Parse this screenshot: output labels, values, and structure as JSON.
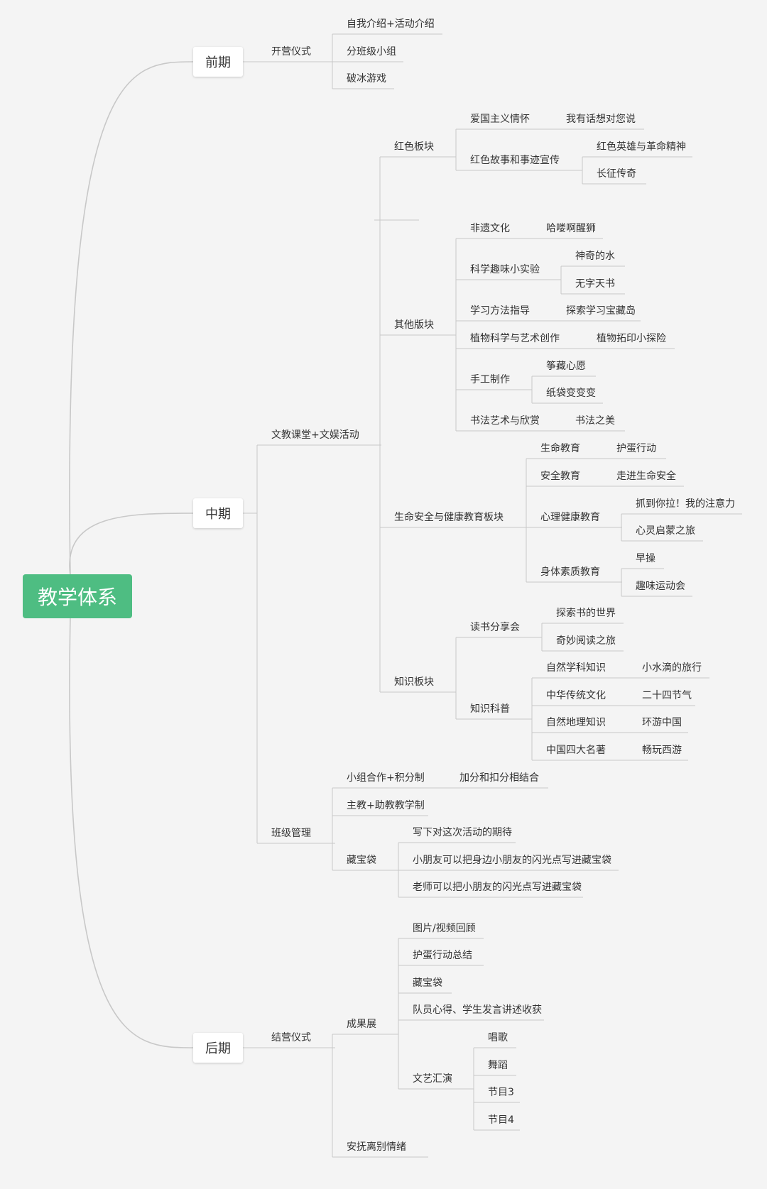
{
  "root": {
    "id": "root",
    "label": "教学体系"
  },
  "nodes": [
    {
      "id": "p1",
      "label": "前期",
      "parent": "root"
    },
    {
      "id": "p2",
      "label": "中期",
      "parent": "root"
    },
    {
      "id": "p3",
      "label": "后期",
      "parent": "root"
    },
    {
      "id": "kyys",
      "label": "开营仪式",
      "parent": "p1"
    },
    {
      "id": "kyys1",
      "label": "自我介绍+活动介绍",
      "parent": "kyys"
    },
    {
      "id": "kyys2",
      "label": "分班级小组",
      "parent": "kyys"
    },
    {
      "id": "kyys3",
      "label": "破冰游戏",
      "parent": "kyys"
    },
    {
      "id": "wj",
      "label": "文教课堂+文娱活动",
      "parent": "p2"
    },
    {
      "id": "bjgl",
      "label": "班级管理",
      "parent": "p2"
    },
    {
      "id": "hs",
      "label": "红色板块",
      "parent": "wj"
    },
    {
      "id": "blank",
      "label": "",
      "parent": "wj"
    },
    {
      "id": "qt",
      "label": "其他版块",
      "parent": "wj"
    },
    {
      "id": "smaq",
      "label": "生命安全与健康教育板块",
      "parent": "wj"
    },
    {
      "id": "zs",
      "label": "知识板块",
      "parent": "wj"
    },
    {
      "id": "agzy",
      "label": "爱国主义情怀",
      "parent": "hs"
    },
    {
      "id": "agzy1",
      "label": "我有话想对您说",
      "parent": "agzy"
    },
    {
      "id": "hsgs",
      "label": "红色故事和事迹宣传",
      "parent": "hs"
    },
    {
      "id": "hsgs1",
      "label": "红色英雄与革命精神",
      "parent": "hsgs"
    },
    {
      "id": "hsgs2",
      "label": "长征传奇",
      "parent": "hsgs"
    },
    {
      "id": "fy",
      "label": "非遗文化",
      "parent": "qt"
    },
    {
      "id": "fy1",
      "label": "哈喽啊醒狮",
      "parent": "fy"
    },
    {
      "id": "kx",
      "label": "科学趣味小实验",
      "parent": "qt"
    },
    {
      "id": "kx1",
      "label": "神奇的水",
      "parent": "kx"
    },
    {
      "id": "kx2",
      "label": "无字天书",
      "parent": "kx"
    },
    {
      "id": "xx",
      "label": "学习方法指导",
      "parent": "qt"
    },
    {
      "id": "xx1",
      "label": "探索学习宝藏岛",
      "parent": "xx"
    },
    {
      "id": "zw",
      "label": "植物科学与艺术创作",
      "parent": "qt"
    },
    {
      "id": "zw1",
      "label": "植物拓印小探险",
      "parent": "zw"
    },
    {
      "id": "sg",
      "label": "手工制作",
      "parent": "qt"
    },
    {
      "id": "sg1",
      "label": "筝藏心愿",
      "parent": "sg"
    },
    {
      "id": "sg2",
      "label": "纸袋变变变",
      "parent": "sg"
    },
    {
      "id": "sf",
      "label": "书法艺术与欣赏",
      "parent": "qt"
    },
    {
      "id": "sf1",
      "label": "书法之美",
      "parent": "sf"
    },
    {
      "id": "smjy",
      "label": "生命教育",
      "parent": "smaq"
    },
    {
      "id": "smjy1",
      "label": "护蛋行动",
      "parent": "smjy"
    },
    {
      "id": "aqjy",
      "label": "安全教育",
      "parent": "smaq"
    },
    {
      "id": "aqjy1",
      "label": "走进生命安全",
      "parent": "aqjy"
    },
    {
      "id": "xl",
      "label": "心理健康教育",
      "parent": "smaq"
    },
    {
      "id": "xl1",
      "label": "抓到你拉！我的注意力",
      "parent": "xl"
    },
    {
      "id": "xl2",
      "label": "心灵启蒙之旅",
      "parent": "xl"
    },
    {
      "id": "st",
      "label": "身体素质教育",
      "parent": "smaq"
    },
    {
      "id": "st1",
      "label": "早操",
      "parent": "st"
    },
    {
      "id": "st2",
      "label": "趣味运动会",
      "parent": "st"
    },
    {
      "id": "ds",
      "label": "读书分享会",
      "parent": "zs"
    },
    {
      "id": "ds1",
      "label": "探索书的世界",
      "parent": "ds"
    },
    {
      "id": "ds2",
      "label": "奇妙阅读之旅",
      "parent": "ds"
    },
    {
      "id": "zskp",
      "label": "知识科普",
      "parent": "zs"
    },
    {
      "id": "zr",
      "label": "自然学科知识",
      "parent": "zskp"
    },
    {
      "id": "zr1",
      "label": "小水滴的旅行",
      "parent": "zr"
    },
    {
      "id": "zh",
      "label": "中华传统文化",
      "parent": "zskp"
    },
    {
      "id": "zh1",
      "label": "二十四节气",
      "parent": "zh"
    },
    {
      "id": "dl",
      "label": "自然地理知识",
      "parent": "zskp"
    },
    {
      "id": "dl1",
      "label": "环游中国",
      "parent": "dl"
    },
    {
      "id": "mz",
      "label": "中国四大名著",
      "parent": "zskp"
    },
    {
      "id": "mz1",
      "label": "畅玩西游",
      "parent": "mz"
    },
    {
      "id": "xz",
      "label": "小组合作+积分制",
      "parent": "bjgl"
    },
    {
      "id": "xz1",
      "label": "加分和扣分相结合",
      "parent": "xz"
    },
    {
      "id": "zj",
      "label": "主教+助教教学制",
      "parent": "bjgl"
    },
    {
      "id": "cbd",
      "label": "藏宝袋",
      "parent": "bjgl"
    },
    {
      "id": "cbd1",
      "label": "写下对这次活动的期待",
      "parent": "cbd"
    },
    {
      "id": "cbd2",
      "label": "小朋友可以把身边小朋友的闪光点写进藏宝袋",
      "parent": "cbd"
    },
    {
      "id": "cbd3",
      "label": "老师可以把小朋友的闪光点写进藏宝袋",
      "parent": "cbd"
    },
    {
      "id": "jyys",
      "label": "结营仪式",
      "parent": "p3"
    },
    {
      "id": "cgz",
      "label": "成果展",
      "parent": "jyys"
    },
    {
      "id": "cgz1",
      "label": "图片/视频回顾",
      "parent": "cgz"
    },
    {
      "id": "cgz2",
      "label": "护蛋行动总结",
      "parent": "cgz"
    },
    {
      "id": "cgz3",
      "label": "藏宝袋",
      "parent": "cgz"
    },
    {
      "id": "cgz4",
      "label": "队员心得、学生发言讲述收获",
      "parent": "cgz"
    },
    {
      "id": "wyhy",
      "label": "文艺汇演",
      "parent": "cgz"
    },
    {
      "id": "wy1",
      "label": "唱歌",
      "parent": "wyhy"
    },
    {
      "id": "wy2",
      "label": "舞蹈",
      "parent": "wyhy"
    },
    {
      "id": "wy3",
      "label": "节目3",
      "parent": "wyhy"
    },
    {
      "id": "wy4",
      "label": "节目4",
      "parent": "wyhy"
    },
    {
      "id": "afl",
      "label": "安抚离别情绪",
      "parent": "jyys"
    }
  ],
  "colors": {
    "background": "#f4f4f4",
    "root": "#4ebd82",
    "line": "#c8c8c8",
    "text": "#333333"
  }
}
